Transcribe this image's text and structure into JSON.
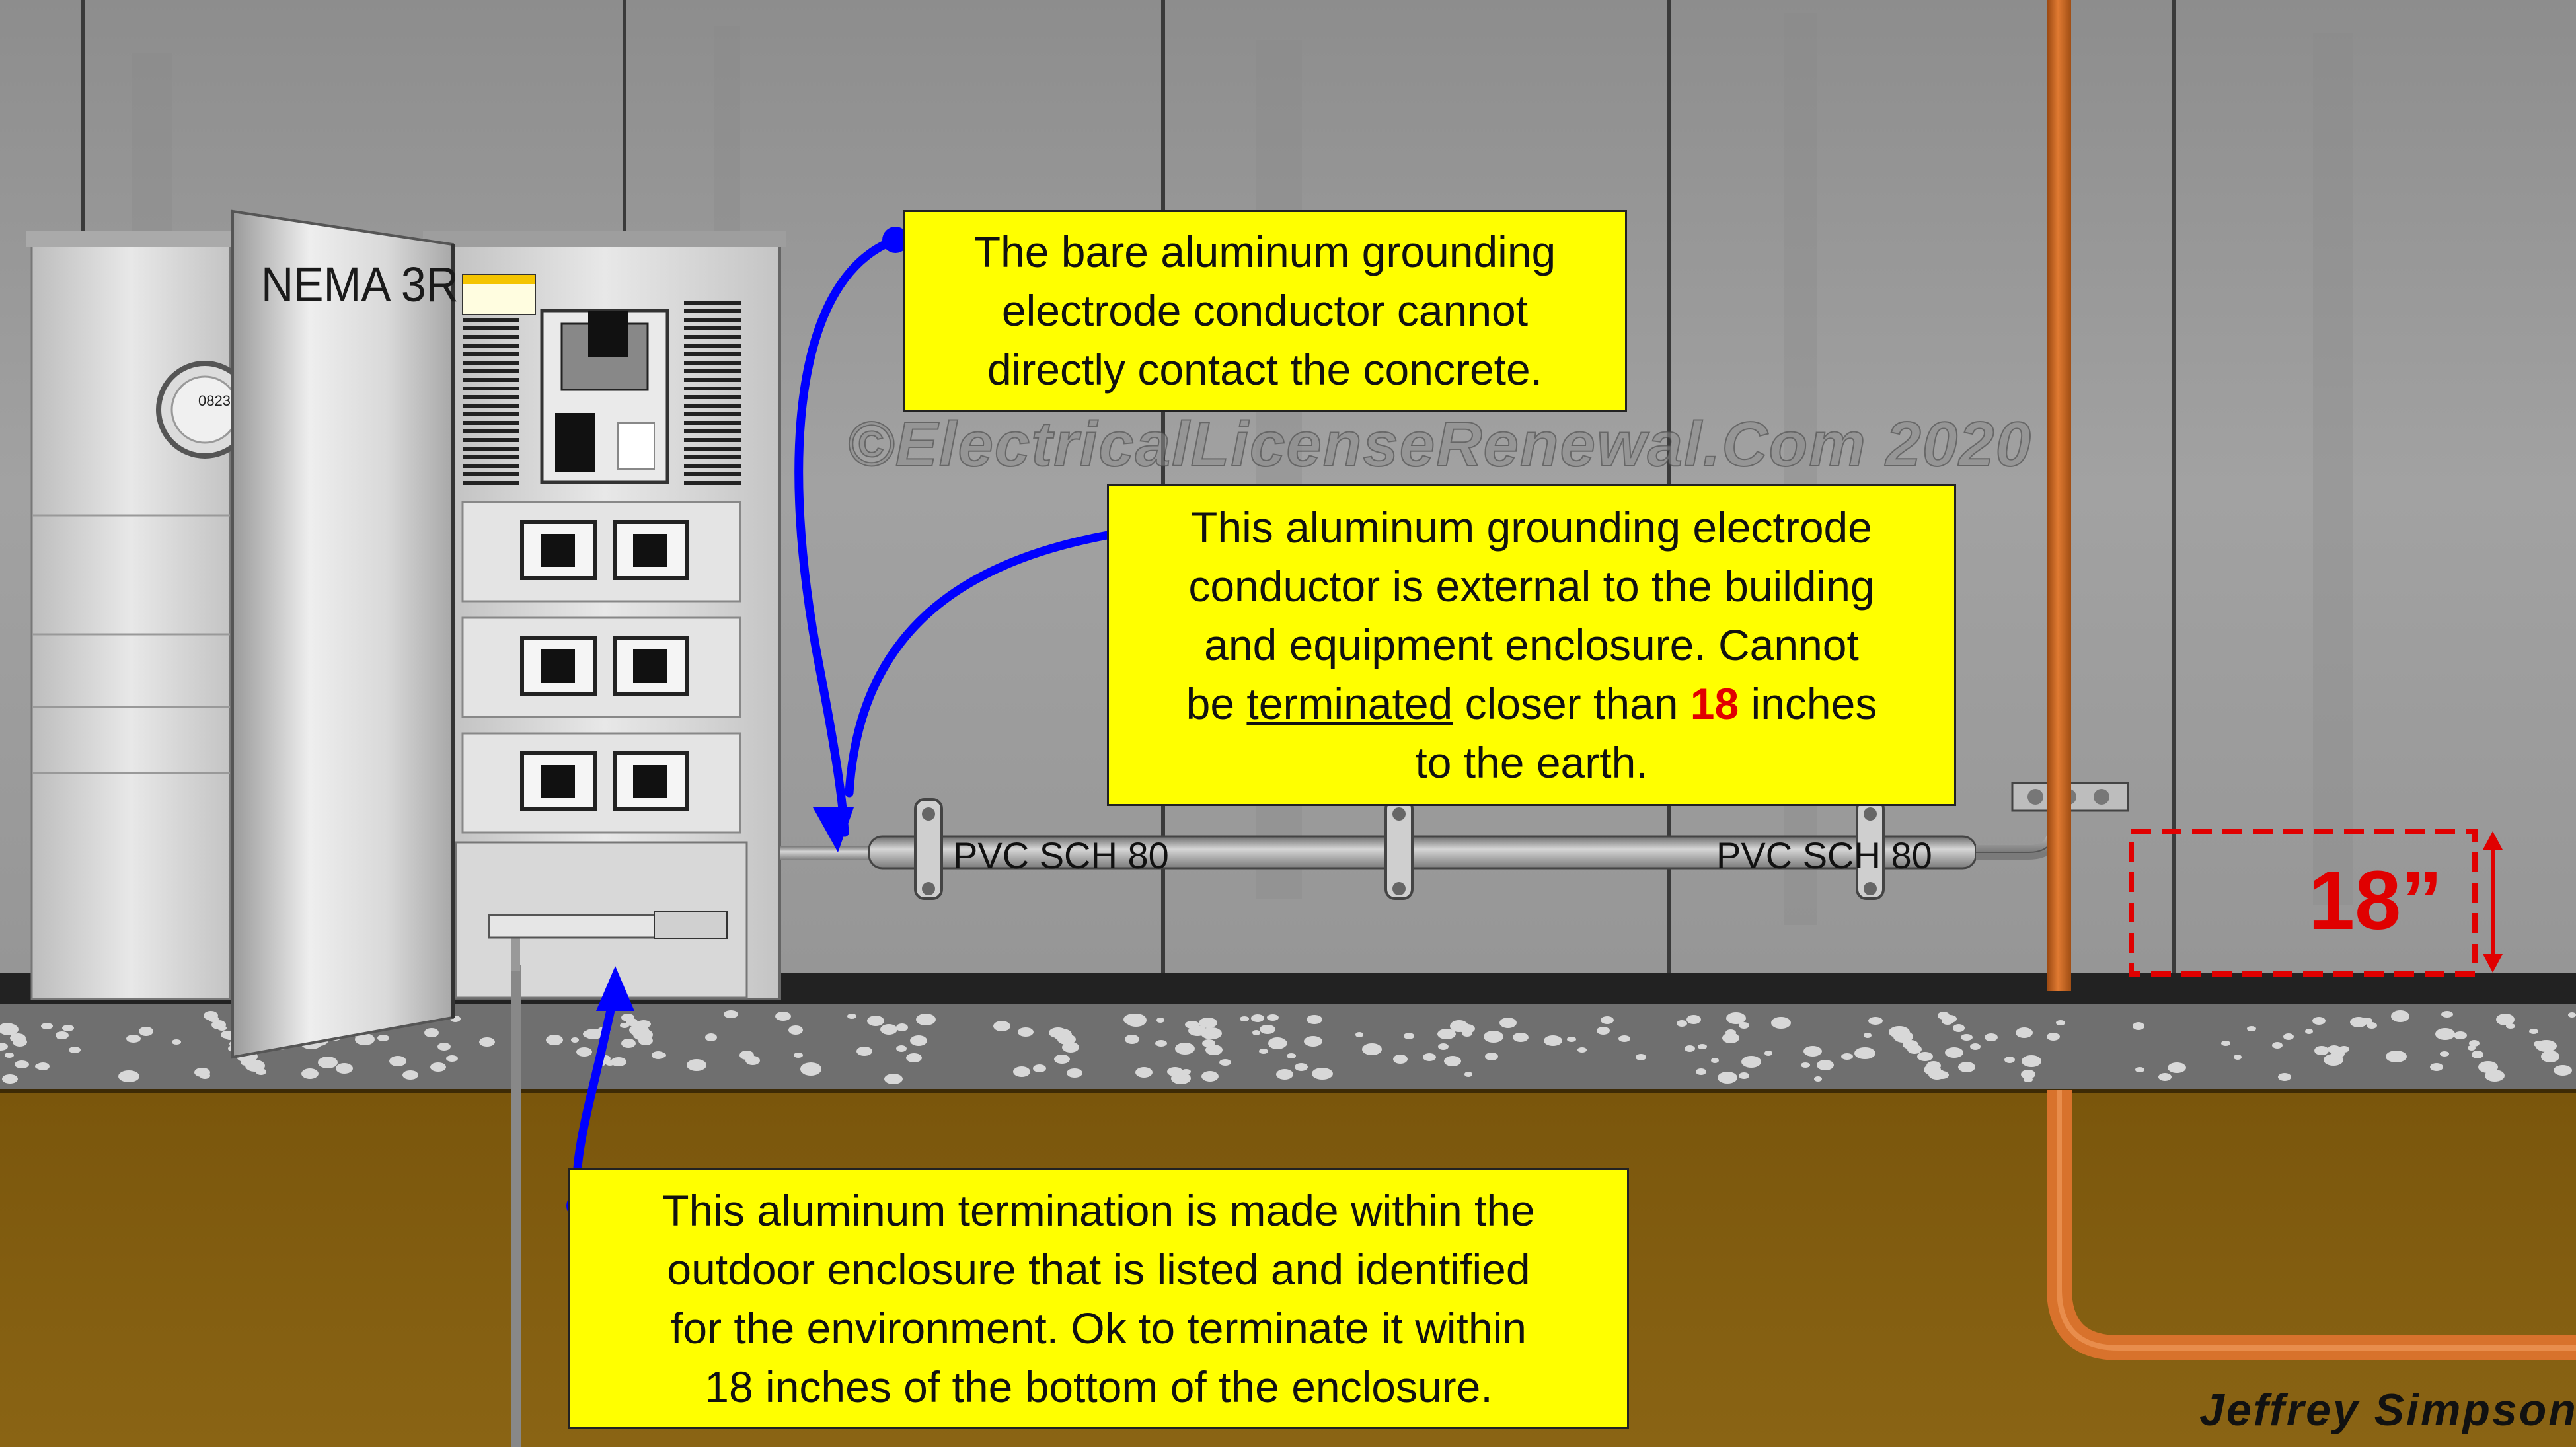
{
  "labels": {
    "enclosure": "NEMA 3R",
    "pvc_left": "PVC SCH 80",
    "pvc_right": "PVC SCH 80",
    "dimension": "18”",
    "watermark": "©ElectricalLicenseRenewal.Com 2020",
    "signature": "Jeffrey Simpson",
    "meter_reading": "0823"
  },
  "callouts": {
    "top": {
      "lines": [
        "The bare aluminum grounding",
        "electrode conductor cannot",
        "directly contact the concrete."
      ]
    },
    "middle": {
      "line1": "This aluminum grounding electrode",
      "line2": "conductor is external to the building",
      "line3": "and equipment enclosure. Cannot",
      "line4_a": "be ",
      "line4_term": "terminated",
      "line4_b": " closer than ",
      "line4_num": "18",
      "line4_c": " inches",
      "line5": "to the earth."
    },
    "bottom": {
      "lines": [
        "This aluminum termination is made within the",
        "outdoor enclosure that is listed and identified",
        "for the environment. Ok to terminate it within",
        "18 inches of the bottom of the enclosure."
      ]
    }
  },
  "colors": {
    "callout_fill": "#ffff00",
    "arrow": "#0000ff",
    "emphasis": "#e10000",
    "soil": "#805b10",
    "copper": "#d2691e"
  }
}
